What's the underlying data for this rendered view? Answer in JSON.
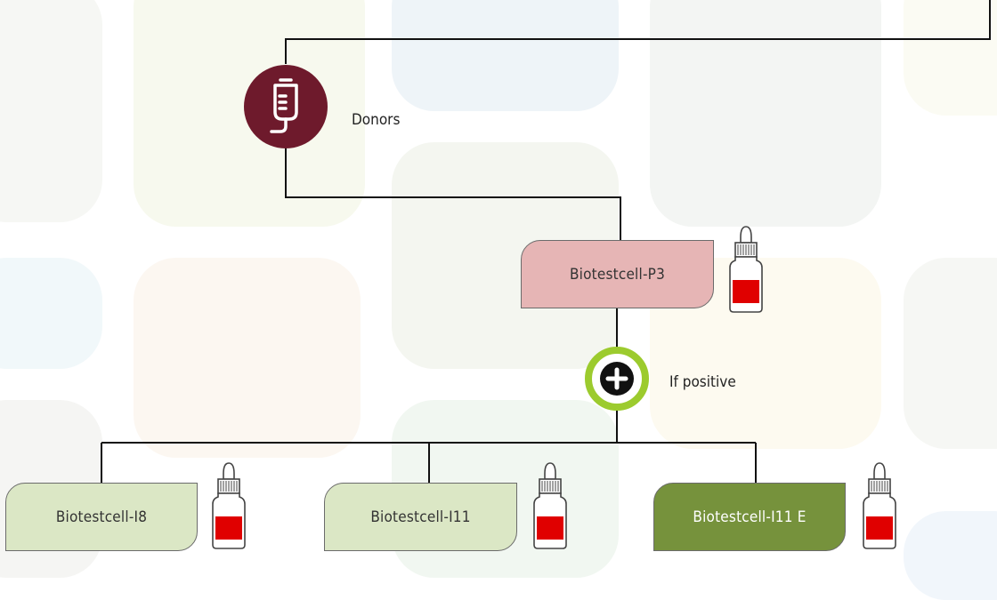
{
  "donors": {
    "label": "Donors",
    "icon": "iv-blood-bag-icon",
    "color": "#6e1a2c"
  },
  "p3": {
    "label": "Biotestcell-P3",
    "fill": "#e6b5b5"
  },
  "if_positive": {
    "label": "If positive",
    "icon": "plus-icon",
    "ring_color": "#9ccb2e"
  },
  "children": [
    {
      "label": "Biotestcell-I8",
      "fill": "#dbe7c5",
      "text_color": "#333333"
    },
    {
      "label": "Biotestcell-I11",
      "fill": "#dbe7c5",
      "text_color": "#333333"
    },
    {
      "label": "Biotestcell-I11 E",
      "fill": "#76923c",
      "text_color": "#ffffff"
    }
  ],
  "reagent_icon": "dropper-bottle-icon"
}
